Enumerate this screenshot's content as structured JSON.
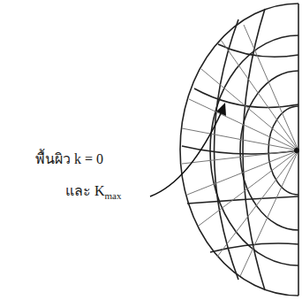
{
  "diagram": {
    "labels": [
      "พื้นผิว k = 0",
      "และ K",
      "max"
    ]
  }
}
